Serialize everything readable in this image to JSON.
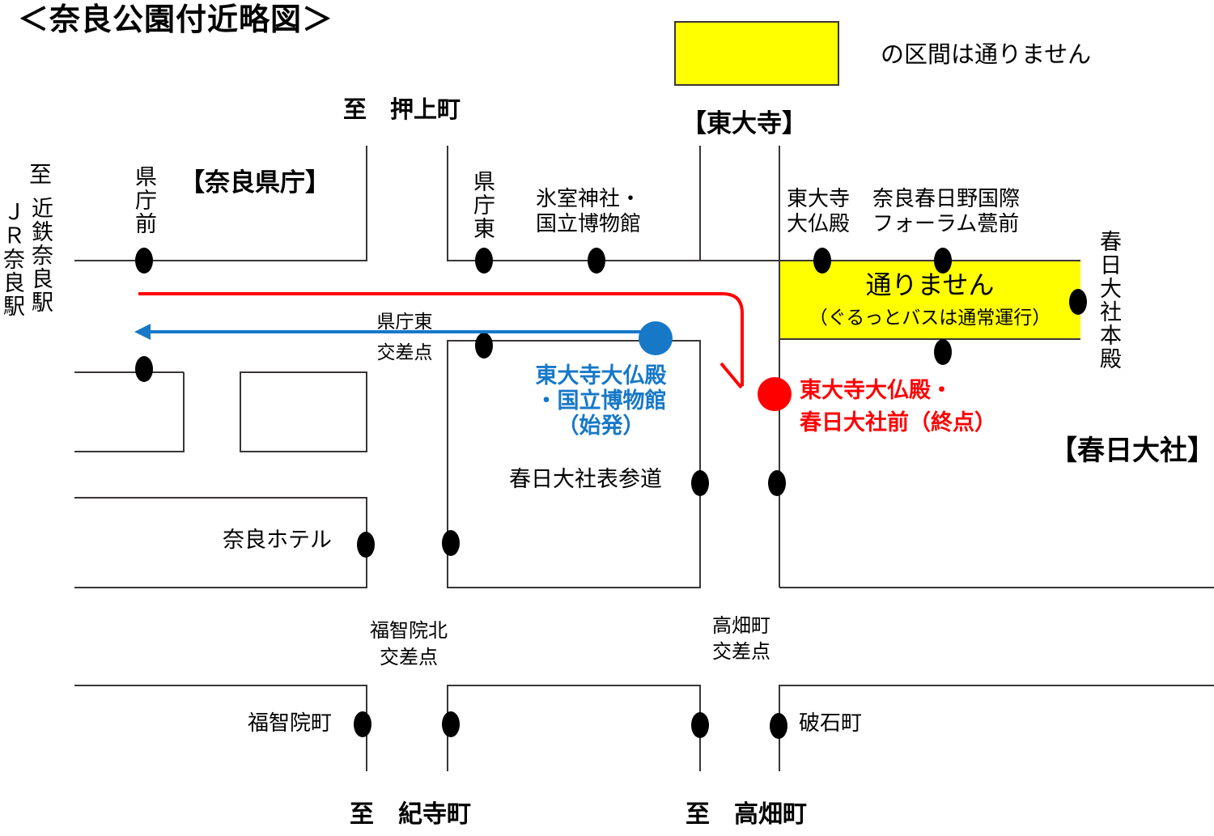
{
  "title": "＜奈良公園付近略図＞",
  "legend": {
    "text": "の区間は通りません",
    "swatch_color": "#ffff00"
  },
  "colors": {
    "closed_section_highlight": "#ffff00",
    "outbound_route": "#ff0000",
    "return_route": "#1778c8",
    "road": "#3a3636",
    "bus_stop": "#000000"
  },
  "labels": {
    "to_oshiagecho": "至　押上町",
    "to_prefix": "至",
    "kintetsu_nara_station": "近鉄奈良駅",
    "jr_nara_station": "ＪＲ奈良駅",
    "kencho_mae": "県庁前",
    "nara_kencho": "【奈良県庁】",
    "kencho_higashi": "県庁東",
    "himuro_museum": "氷室神社・\n国立博物館",
    "todaiji": "【東大寺】",
    "todaiji_daibutsuden": "東大寺\n大仏殿",
    "kasugano_forum": "奈良春日野国際\nフォーラム甍前",
    "kasuga_taisha_honden": "春日大社本殿",
    "toorimasen": "通りません",
    "gurutto_bus_note": "（ぐるっとバスは通常運行）",
    "kencho_higashi_kosaten": "県庁東\n交差点",
    "start_stop": "東大寺大仏殿\n・国立博物館\n（始発）",
    "end_stop": "東大寺大仏殿・\n春日大社前（終点）",
    "kasuga_taisha": "【春日大社】",
    "kasuga_omotesando": "春日大社表参道",
    "nara_hotel": "奈良ホテル",
    "fukuchiin_kita_kosaten": "福智院北\n交差点",
    "takabatake_kosaten": "高畑町\n交差点",
    "fukuchiin_cho": "福智院町",
    "wariishi_cho": "破石町",
    "to_kideracho": "至　紀寺町",
    "to_takabatakecho": "至　高畑町"
  }
}
